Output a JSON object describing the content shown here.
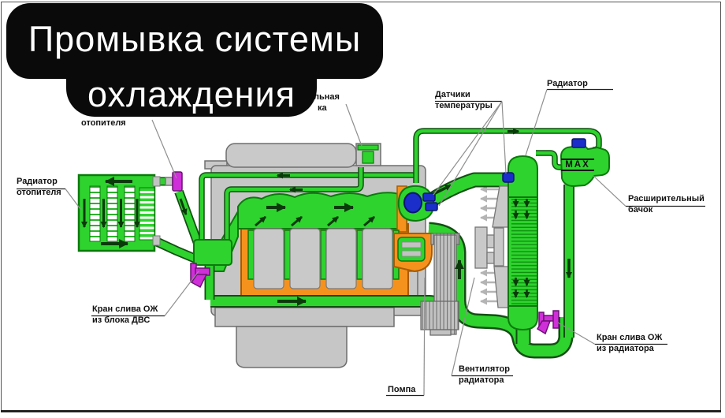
{
  "title": {
    "line1": "Промывка системы",
    "line2": "охлаждения"
  },
  "labels": {
    "heater_valve_partial": {
      "line1": "отопителя"
    },
    "heater_radiator": {
      "line1": "Радиатор",
      "line2": "отопителя"
    },
    "throttle_partial": {
      "line1": "льная",
      "line2": "ка"
    },
    "temp_sensors": {
      "line1": "Датчики",
      "line2": "температуры"
    },
    "radiator": {
      "line1": "Радиатор"
    },
    "expansion_tank": {
      "line1": "Расширительный",
      "line2": "бачок"
    },
    "drain_valve_block": {
      "line1": "Кран слива ОЖ",
      "line2": "из блока ДВС"
    },
    "drain_valve_radiator": {
      "line1": "Кран слива ОЖ",
      "line2": "из радиатора"
    },
    "fan": {
      "line1": "Вентилятор",
      "line2": "радиатора"
    },
    "pump": {
      "line1": "Помпа"
    },
    "tank_max": "MAX"
  },
  "colors": {
    "coolant_green": "#2ed32e",
    "outline_green": "#0c7a0c",
    "engine_orange": "#f5921e",
    "valve_magenta": "#cf2fd8",
    "sensor_blue": "#1b2ec9",
    "metal_gray": "#c9c9c9",
    "bubble_black": "#0a0a0a"
  }
}
